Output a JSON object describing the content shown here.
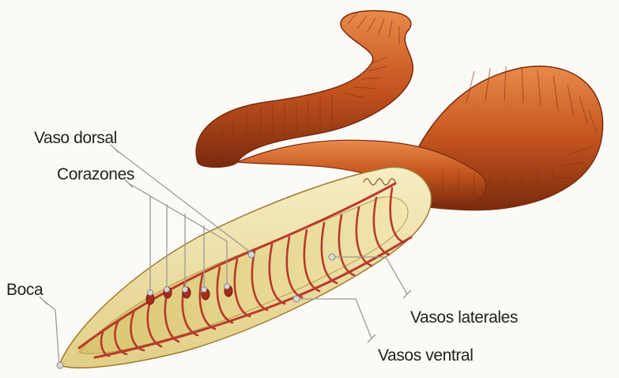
{
  "labels": {
    "vaso_dorsal": "Vaso dorsal",
    "corazones": "Corazones",
    "boca": "Boca",
    "vasos_laterales": "Vasos laterales",
    "vasos_ventral": "Vasos ventral"
  },
  "colors": {
    "background": "#fbfaf6",
    "worm_body": "#c4541e",
    "worm_dark": "#7a2a0e",
    "worm_light": "#e98a4a",
    "cutaway_fill": "#f0e2a8",
    "vessel": "#b83a2a",
    "leader_line": "#9a9a9a"
  }
}
